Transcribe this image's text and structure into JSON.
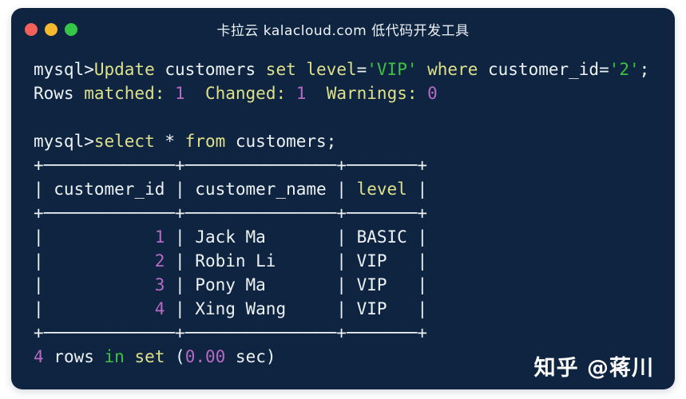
{
  "window": {
    "title": "卡拉云 kalacloud.com 低代码开发工具",
    "background": "#0e2440",
    "controls": {
      "close": "#f4605a",
      "minimize": "#f5b831",
      "maximize": "#35c748"
    }
  },
  "terminal": {
    "palette": {
      "white": "#edf2f4",
      "yellow": "#dfe18a",
      "green": "#41c141",
      "purple": "#b76ac4"
    },
    "statements": [
      "Update customers set level='VIP' where customer_id='2';",
      "select * from customers;"
    ],
    "update_status": {
      "rows_matched": "1",
      "changed": "1",
      "warnings": "0"
    },
    "result_table": {
      "columns": [
        "customer_id",
        "customer_name",
        "level"
      ],
      "rows": [
        [
          "1",
          "Jack Ma",
          "BASIC"
        ],
        [
          "2",
          "Robin Li",
          "VIP"
        ],
        [
          "3",
          "Pony Ma",
          "VIP"
        ],
        [
          "4",
          "Xing Wang",
          "VIP"
        ]
      ],
      "summary": "4 rows in set (0.00 sec)"
    },
    "lines": [
      [
        {
          "t": "mysql>",
          "c": "white"
        },
        {
          "t": "Update",
          "c": "yellow"
        },
        {
          "t": " customers ",
          "c": "white"
        },
        {
          "t": "set",
          "c": "yellow"
        },
        {
          "t": " ",
          "c": "white"
        },
        {
          "t": "level",
          "c": "yellow"
        },
        {
          "t": "=",
          "c": "white"
        },
        {
          "t": "'VIP'",
          "c": "green"
        },
        {
          "t": " ",
          "c": "white"
        },
        {
          "t": "where",
          "c": "yellow"
        },
        {
          "t": " customer_id=",
          "c": "white"
        },
        {
          "t": "'2'",
          "c": "green"
        },
        {
          "t": ";",
          "c": "white"
        }
      ],
      [
        {
          "t": "Rows ",
          "c": "white"
        },
        {
          "t": "matched: ",
          "c": "yellow"
        },
        {
          "t": "1",
          "c": "purple"
        },
        {
          "t": "  ",
          "c": "white"
        },
        {
          "t": "Changed: ",
          "c": "yellow"
        },
        {
          "t": "1",
          "c": "purple"
        },
        {
          "t": "  ",
          "c": "white"
        },
        {
          "t": "Warnings: ",
          "c": "yellow"
        },
        {
          "t": "0",
          "c": "purple"
        }
      ],
      [
        {
          "t": " ",
          "c": "white"
        }
      ],
      [
        {
          "t": "mysql>",
          "c": "white"
        },
        {
          "t": "select",
          "c": "yellow"
        },
        {
          "t": " * ",
          "c": "white"
        },
        {
          "t": "from",
          "c": "yellow"
        },
        {
          "t": " customers;",
          "c": "white"
        }
      ],
      [
        {
          "t": "+─────────────+───────────────+───────+",
          "c": "white"
        }
      ],
      [
        {
          "t": "| customer_id | customer_name | ",
          "c": "white"
        },
        {
          "t": "level",
          "c": "yellow"
        },
        {
          "t": " |",
          "c": "white"
        }
      ],
      [
        {
          "t": "+─────────────+───────────────+───────+",
          "c": "white"
        }
      ],
      [
        {
          "t": "|           ",
          "c": "white"
        },
        {
          "t": "1",
          "c": "purple"
        },
        {
          "t": " | Jack Ma       | BASIC |",
          "c": "white"
        }
      ],
      [
        {
          "t": "|           ",
          "c": "white"
        },
        {
          "t": "2",
          "c": "purple"
        },
        {
          "t": " | Robin Li      | VIP   |",
          "c": "white"
        }
      ],
      [
        {
          "t": "|           ",
          "c": "white"
        },
        {
          "t": "3",
          "c": "purple"
        },
        {
          "t": " | Pony Ma       | VIP   |",
          "c": "white"
        }
      ],
      [
        {
          "t": "|           ",
          "c": "white"
        },
        {
          "t": "4",
          "c": "purple"
        },
        {
          "t": " | Xing Wang     | VIP   |",
          "c": "white"
        }
      ],
      [
        {
          "t": "+─────────────+───────────────+───────+",
          "c": "white"
        }
      ],
      [
        {
          "t": "4",
          "c": "purple"
        },
        {
          "t": " rows ",
          "c": "white"
        },
        {
          "t": "in",
          "c": "green"
        },
        {
          "t": " ",
          "c": "white"
        },
        {
          "t": "set",
          "c": "yellow"
        },
        {
          "t": " (",
          "c": "white"
        },
        {
          "t": "0.00",
          "c": "purple"
        },
        {
          "t": " sec)",
          "c": "white"
        }
      ]
    ]
  },
  "watermark": "知乎 @蒋川"
}
